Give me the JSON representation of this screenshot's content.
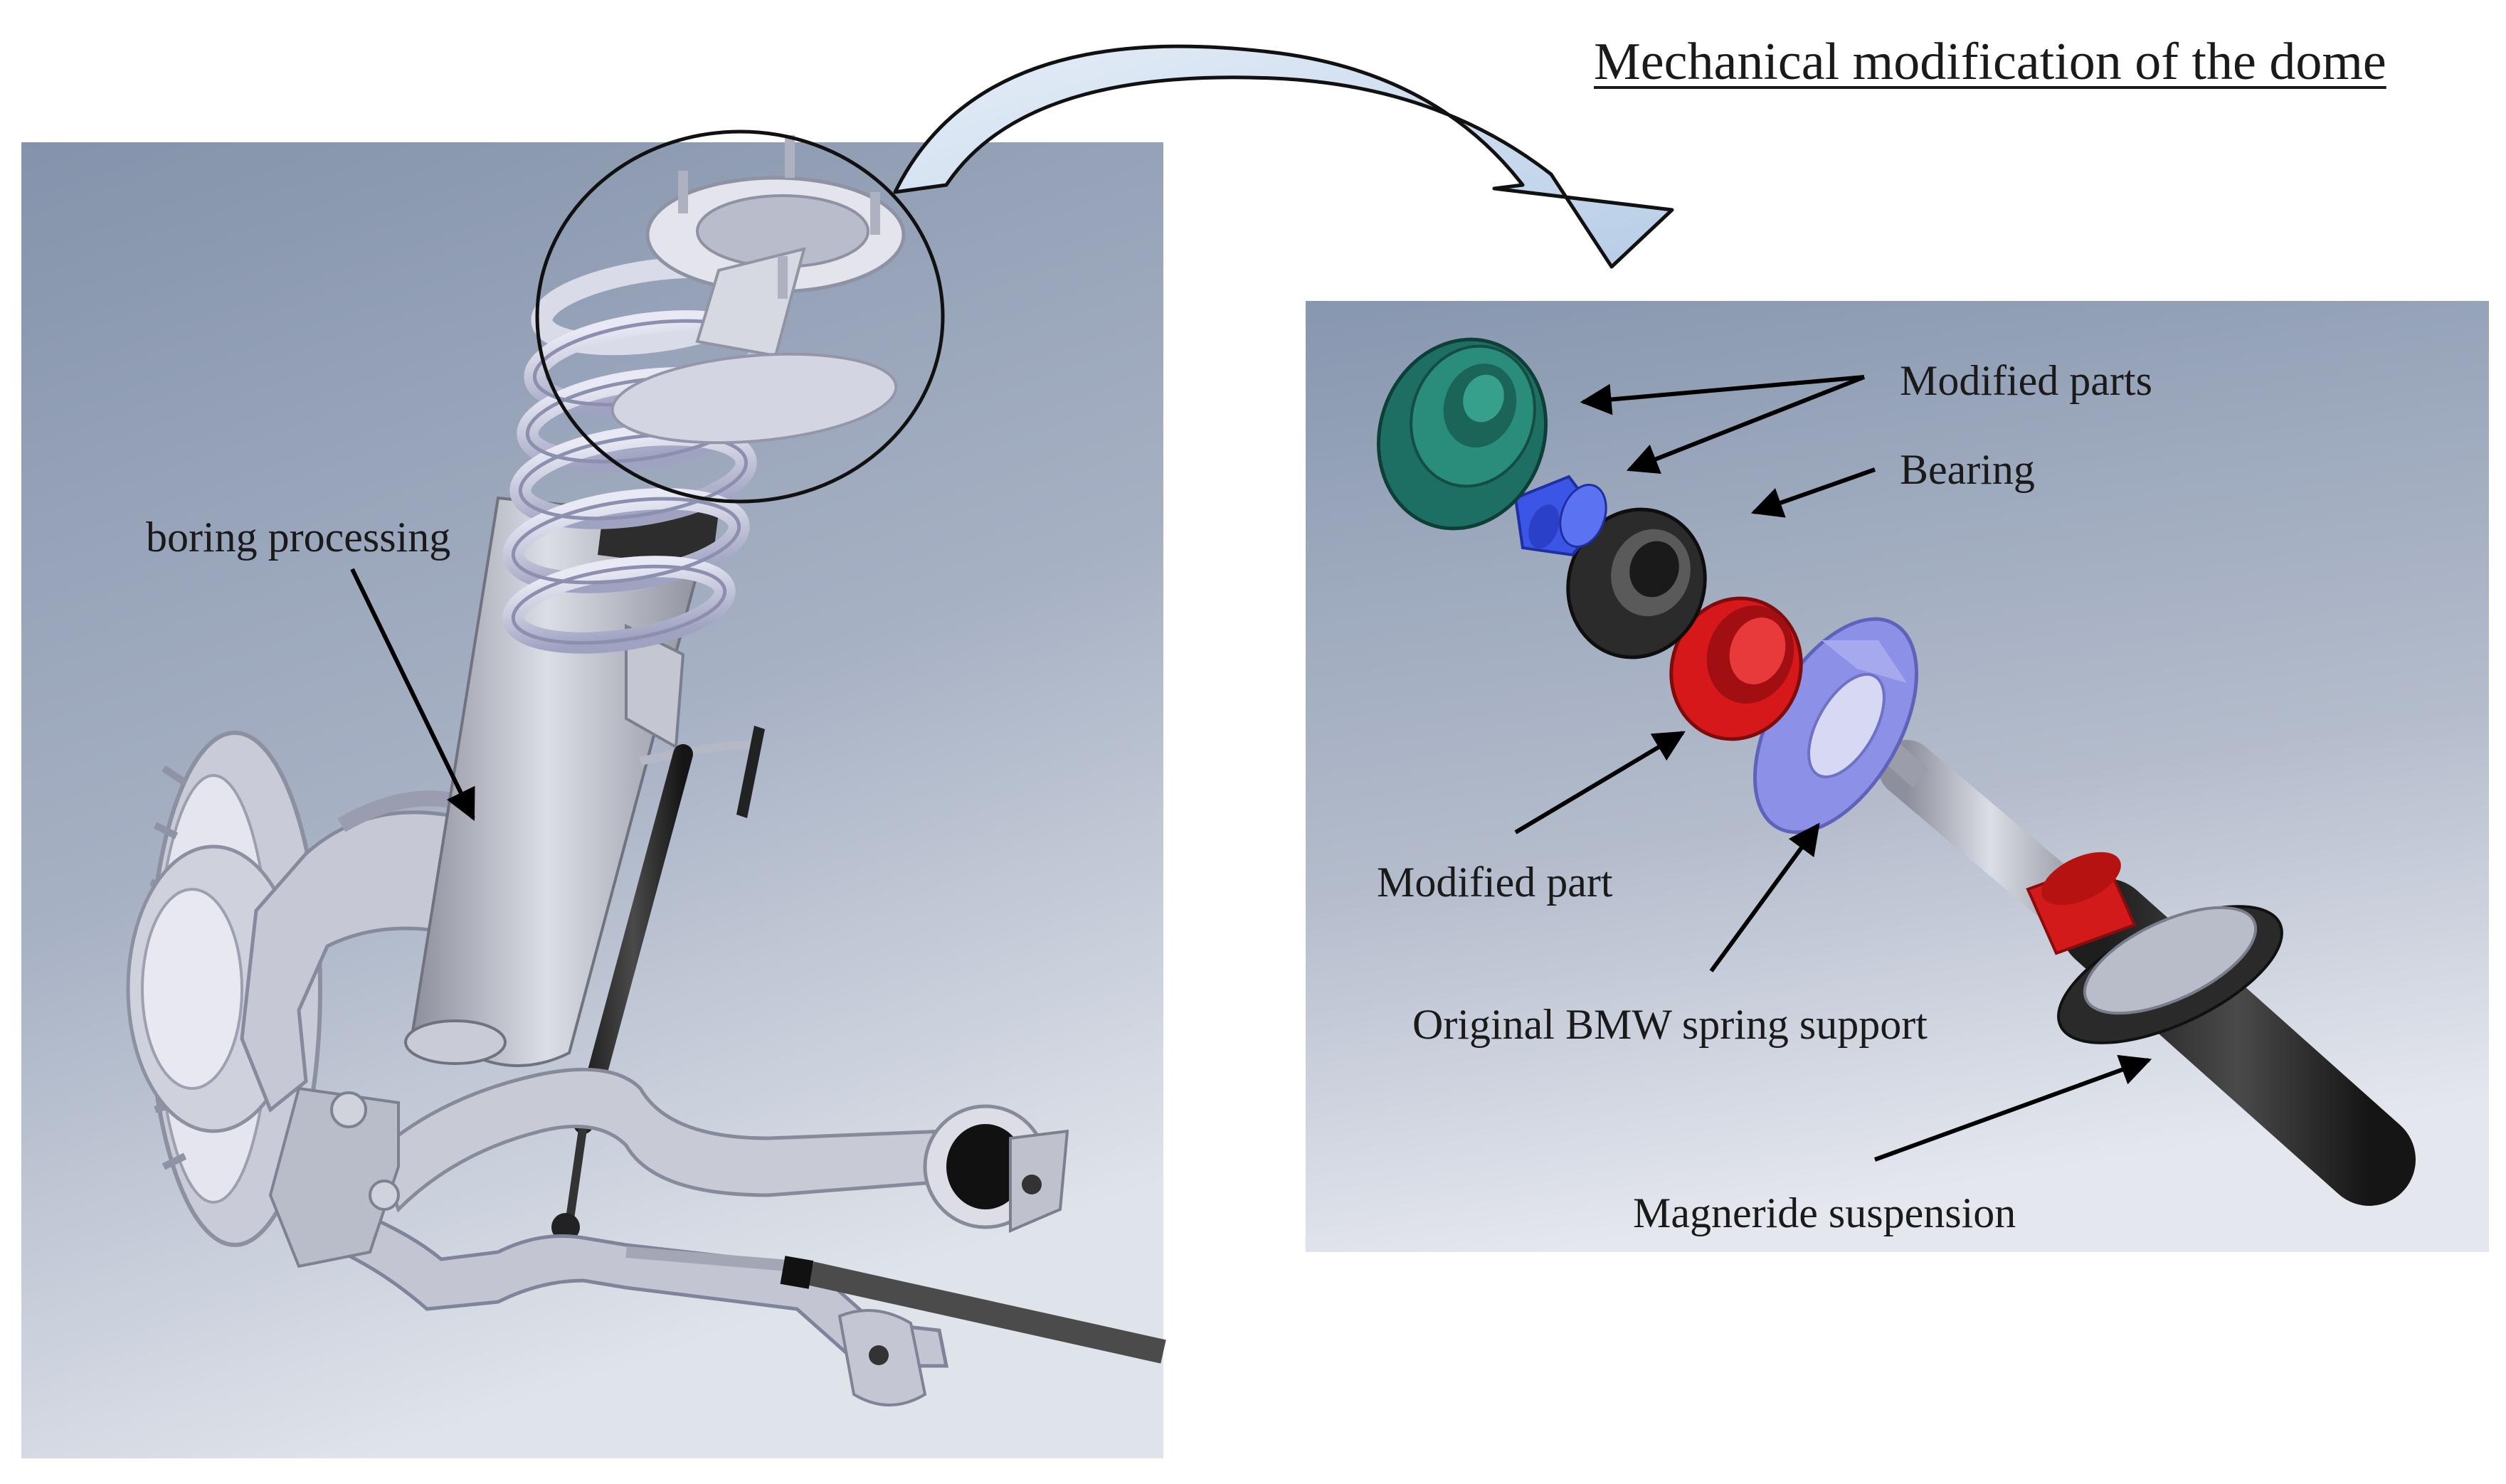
{
  "title": "Mechanical modification of the dome",
  "labels": {
    "boring_processing": "boring processing",
    "modified_parts": "Modified parts",
    "bearing": "Bearing",
    "modified_part": "Modified part",
    "original_spring_support": "Original BMW spring support",
    "magneride_suspension": "Magneride suspension"
  },
  "colors": {
    "panel_top": "#8494ad",
    "panel_bottom": "#e1e5ec",
    "teal_part": "#1f7a6c",
    "blue_part": "#3b55e6",
    "black_bearing": "#2b2b2b",
    "red_part": "#d81a1a",
    "lavender_support": "#8f93e8",
    "steel": "#b8bcc8",
    "arrow_fill": "#cfe0f2"
  }
}
